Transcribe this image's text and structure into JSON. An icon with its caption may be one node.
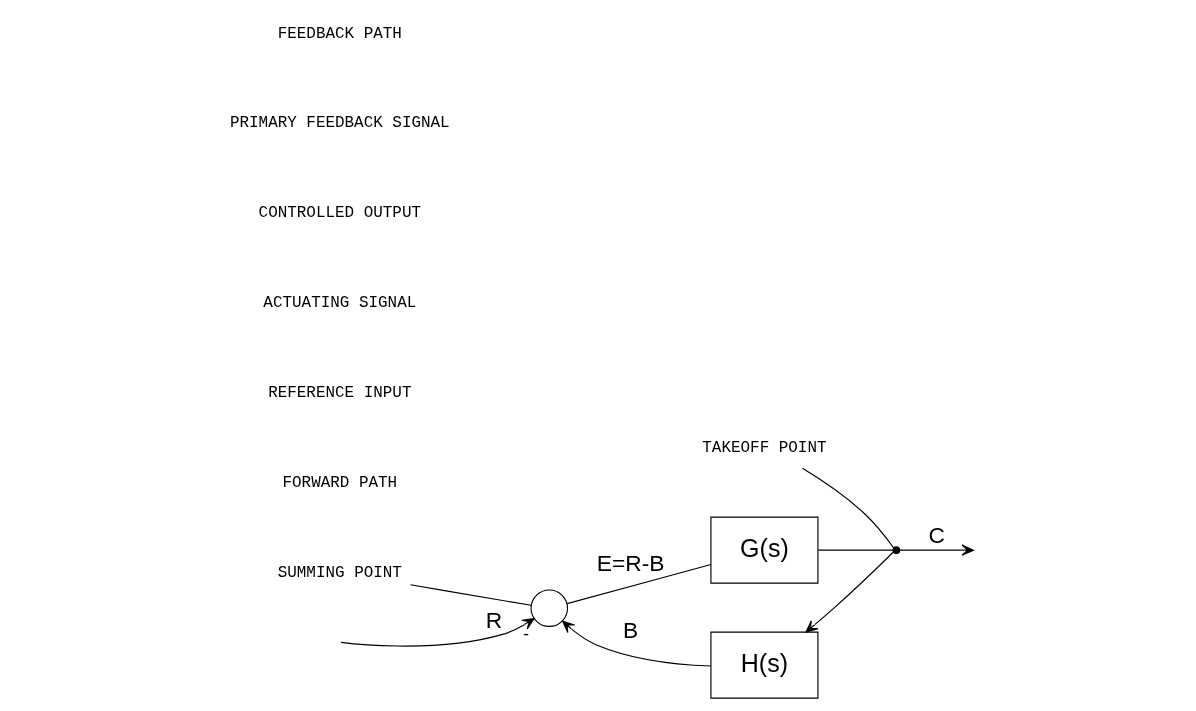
{
  "diagram": {
    "nodes": [
      {
        "text": [],
        "shape": "circle",
        "beside": [
          "-"
        ]
      },
      {
        "text": [
          "G(s)"
        ]
      },
      {
        "text": [],
        "shape": "point"
      },
      {
        "text": [
          "H(s)"
        ]
      },
      {
        "text": [
          "SUMMING POINT"
        ]
      },
      {
        "text": [
          "TAKEOFF POINT"
        ]
      }
    ],
    "edges": [
      {
        "from": null,
        "to": 0,
        "arrow": "to",
        "label": "R"
      },
      {
        "from": 0,
        "to": 1,
        "arrow": "none",
        "label": "E=R-B"
      },
      {
        "from": 1,
        "to": 2,
        "arrow": "none"
      },
      {
        "from": 2,
        "to": null,
        "arrow": "to",
        "label": "C"
      },
      {
        "from": 2,
        "to": 3,
        "arrow": "to"
      },
      {
        "from": 3,
        "to": 0,
        "arrow": "to",
        "label": "B"
      },
      {
        "from": 4,
        "to": 0,
        "arrow": "none"
      },
      {
        "from": 5,
        "to": 2,
        "arrow": "none"
      }
    ],
    "labels": [
      "FORWARD PATH",
      "REFERENCE INPUT",
      "ACTUATING SIGNAL",
      "CONTROLLED OUTPUT",
      "PRIMARY FEEDBACK SIGNAL",
      "FEEDBACK PATH"
    ]
  }
}
